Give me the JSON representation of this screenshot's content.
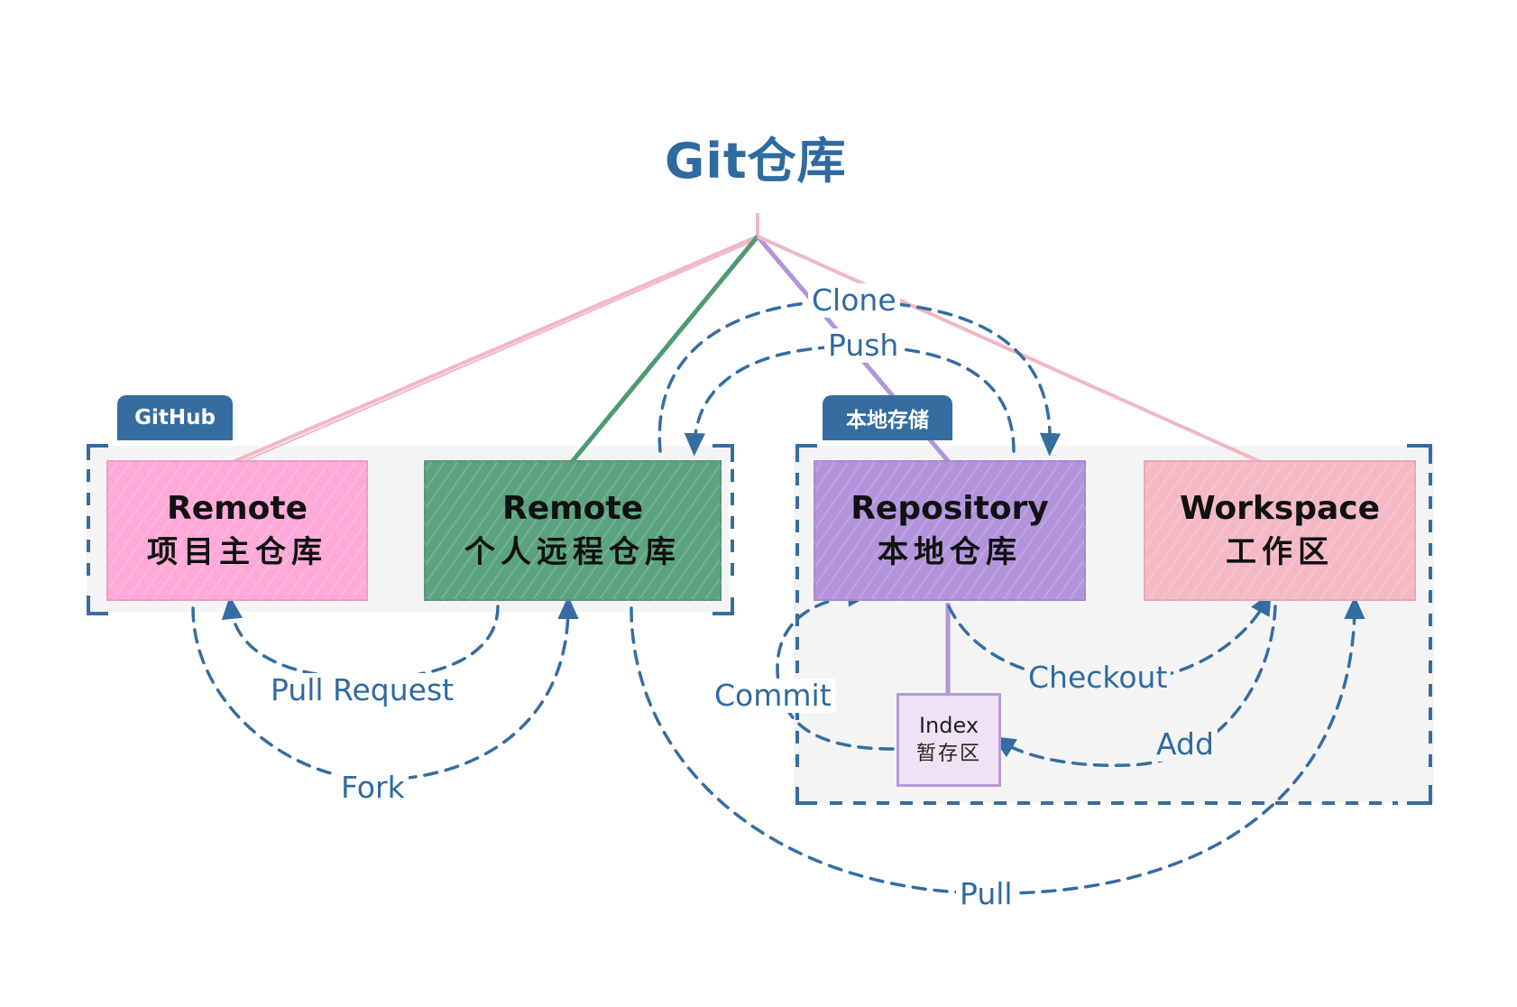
{
  "title": "Git仓库",
  "groups": {
    "github": {
      "tag": "GitHub"
    },
    "local": {
      "tag": "本地存储"
    }
  },
  "nodes": {
    "upstream": {
      "en": "Remote",
      "cn": "项目主仓库",
      "color": "#ffa9d8"
    },
    "origin": {
      "en": "Remote",
      "cn": "个人远程仓库",
      "color": "#5ba37e"
    },
    "repository": {
      "en": "Repository",
      "cn": "本地仓库",
      "color": "#b394dc"
    },
    "workspace": {
      "en": "Workspace",
      "cn": "工作区",
      "color": "#f5b9c5"
    },
    "index": {
      "en": "Index",
      "cn": "暂存区",
      "color": "#eee3f6"
    }
  },
  "edges": {
    "clone": "Clone",
    "push": "Push",
    "pull_request": "Pull Request",
    "fork": "Fork",
    "pull": "Pull",
    "commit": "Commit",
    "checkout": "Checkout",
    "add": "Add"
  },
  "colors": {
    "accent": "#2f6aa0",
    "dashed_arrow": "#356da1",
    "tag_bg": "#356da1",
    "line_pink": "#f0b8c4",
    "line_green": "#4f9a6e",
    "line_purple": "#b394dc"
  }
}
